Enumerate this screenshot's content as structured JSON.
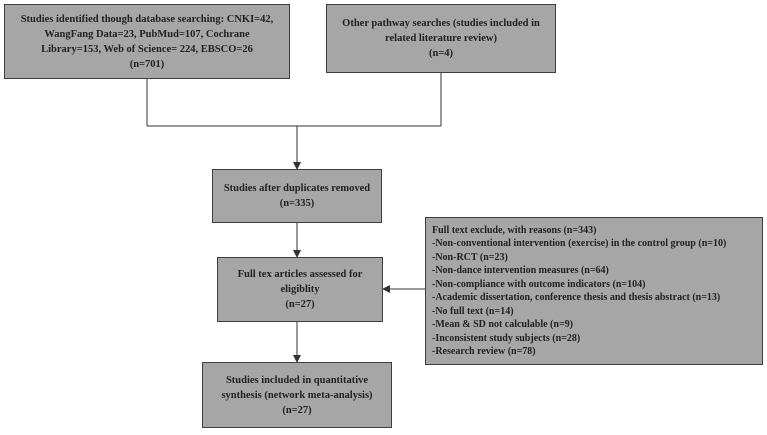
{
  "boxes": {
    "database_search": [
      "Studies identified though database searching: CNKI=42,",
      "WangFang Data=23, PubMud=107, Cochrane",
      "Library=153, Web of Science= 224, EBSCO=26",
      "(n=701)"
    ],
    "other_pathway": [
      "Other pathway searches (studies included in",
      "related literature review)",
      "(n=4)"
    ],
    "after_duplicates": [
      "Studies after duplicates removed",
      "(n=335)"
    ],
    "full_text_assessed": [
      "Full tex articles assessed for",
      "eligiblity",
      "(n=27)"
    ],
    "full_text_exclude": [
      "Full text exclude, with reasons (n=343)",
      "-Non-conventional intervention (exercise) in the control group (n=10)",
      "-Non-RCT (n=23)",
      "-Non-dance intervention measures (n=64)",
      "-Non-compliance with outcome indicators (n=104)",
      "-Academic dissertation, conference thesis and thesis abstract (n=13)",
      "-No full text (n=14)",
      "-Mean & SD not calculable (n=9)",
      "-Inconsistent study subjects (n=28)",
      "-Research review (n=78)"
    ],
    "included": [
      "Studies included in quantitative",
      "synthesis (network meta-analysis)",
      "(n=27)"
    ]
  },
  "colors": {
    "box_fill": "#a6a6a6",
    "box_border": "#3f3f3f",
    "connector": "#333333",
    "text": "#222222"
  }
}
